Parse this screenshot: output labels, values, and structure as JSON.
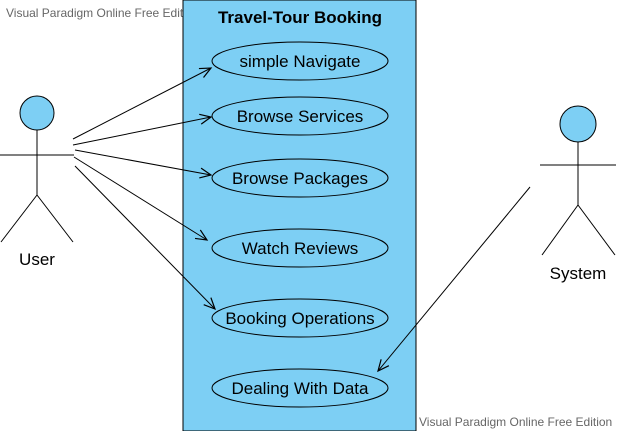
{
  "watermark": {
    "top": "Visual Paradigm Online Free Edition",
    "bottom": "Visual Paradigm Online Free Edition"
  },
  "system_boundary": {
    "title": "Travel-Tour Booking"
  },
  "actors": {
    "user": {
      "label": "User"
    },
    "system": {
      "label": "System"
    }
  },
  "use_cases": [
    {
      "label": "simple Navigate"
    },
    {
      "label": "Browse Services"
    },
    {
      "label": "Browse Packages"
    },
    {
      "label": "Watch Reviews"
    },
    {
      "label": "Booking Operations"
    },
    {
      "label": "Dealing With Data"
    }
  ],
  "colors": {
    "boundary_fill": "#7DCFF4",
    "actor_head_fill": "#7DCFF4",
    "stroke": "#000000"
  }
}
